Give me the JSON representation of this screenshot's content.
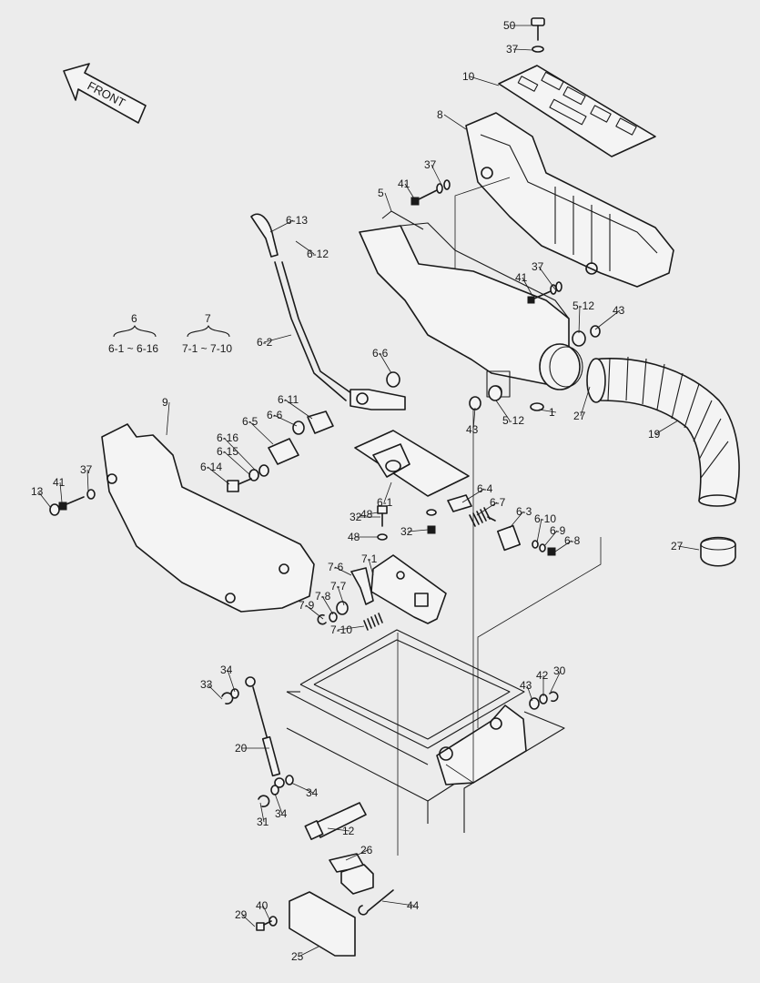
{
  "direction_label": "FRONT",
  "group_labels": [
    {
      "id": "6",
      "range": "6-1 ~ 6-16"
    },
    {
      "id": "7",
      "range": "7-1 ~ 7-10"
    }
  ],
  "callouts": [
    "50",
    "37",
    "10",
    "8",
    "37",
    "41",
    "5",
    "6-13",
    "6-12",
    "41",
    "37",
    "5-12",
    "43",
    "6-2",
    "6-6",
    "6-11",
    "6-5",
    "6-6",
    "6-16",
    "6-15",
    "6-14",
    "9",
    "13",
    "41",
    "37",
    "43",
    "5-12",
    "1",
    "27",
    "19",
    "6-1",
    "6-4",
    "6-7",
    "6-3",
    "6-10",
    "6-9",
    "6-8",
    "48",
    "32",
    "48",
    "32",
    "27",
    "7-6",
    "7-1",
    "7-7",
    "7-8",
    "7-9",
    "7-10",
    "34",
    "33",
    "20",
    "43",
    "42",
    "30",
    "34",
    "31",
    "34",
    "12",
    "26",
    "44",
    "40",
    "29",
    "25"
  ]
}
